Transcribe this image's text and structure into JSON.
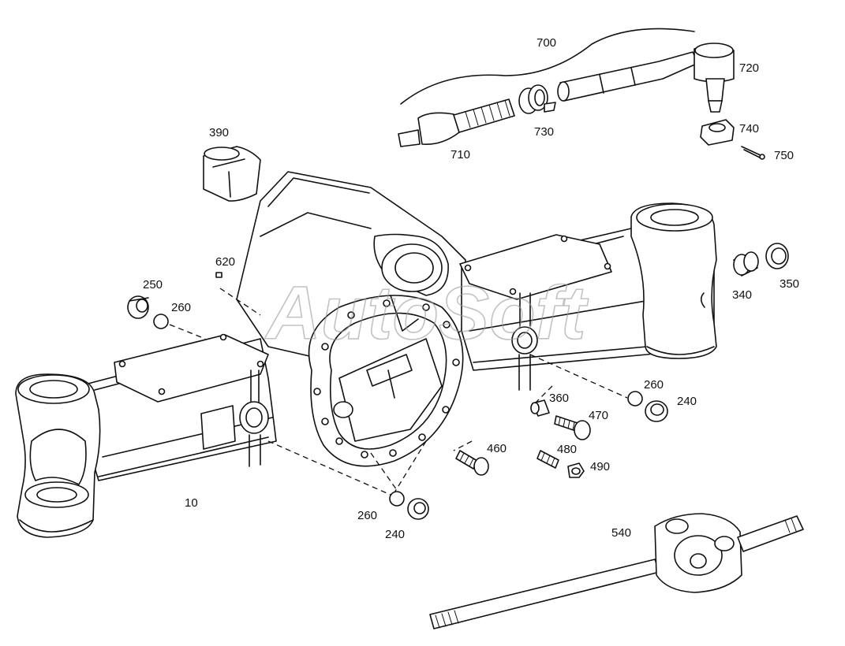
{
  "watermark": "AutoSoft",
  "labels": {
    "l700": "700",
    "l720": "720",
    "l710": "710",
    "l730": "730",
    "l740": "740",
    "l750": "750",
    "l390": "390",
    "l620": "620",
    "l250": "250",
    "l260a": "260",
    "l340": "340",
    "l350": "350",
    "l260b": "260",
    "l240a": "240",
    "l360": "360",
    "l470": "470",
    "l460": "460",
    "l480": "480",
    "l490": "490",
    "l10": "10",
    "l260c": "260",
    "l240b": "240",
    "l540": "540"
  }
}
